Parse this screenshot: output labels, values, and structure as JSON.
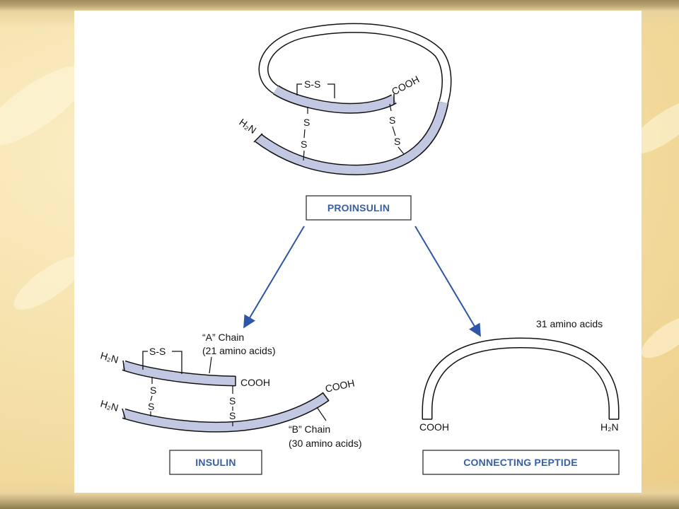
{
  "diagram": {
    "proinsulin": {
      "box_label": "PROINSULIN",
      "ss_top": "S-S",
      "cooh": "COOH",
      "h2n": "H₂N",
      "s_left_1": "S",
      "s_left_2": "S",
      "s_right_1": "S",
      "s_right_2": "S"
    },
    "insulin": {
      "box_label": "INSULIN",
      "a_chain_label": "“A” Chain",
      "a_chain_count": "(21 amino acids)",
      "b_chain_label": "“B” Chain",
      "b_chain_count": "(30 amino acids)",
      "ss_top": "S-S",
      "a_h2n": "H₂N",
      "a_cooh": "COOH",
      "b_h2n": "H₂N",
      "b_cooh": "COOH",
      "s_left_1": "S",
      "s_left_2": "S",
      "s_right_1": "S",
      "s_right_2": "S"
    },
    "connecting_peptide": {
      "box_label": "CONNECTING PEPTIDE",
      "count_label": "31 amino acids",
      "cooh": "COOH",
      "h2n": "H₂N"
    },
    "colors": {
      "chain_fill": "#c3c8e2",
      "arrow": "#2e56a8",
      "box_text": "#3a5fa0"
    }
  }
}
